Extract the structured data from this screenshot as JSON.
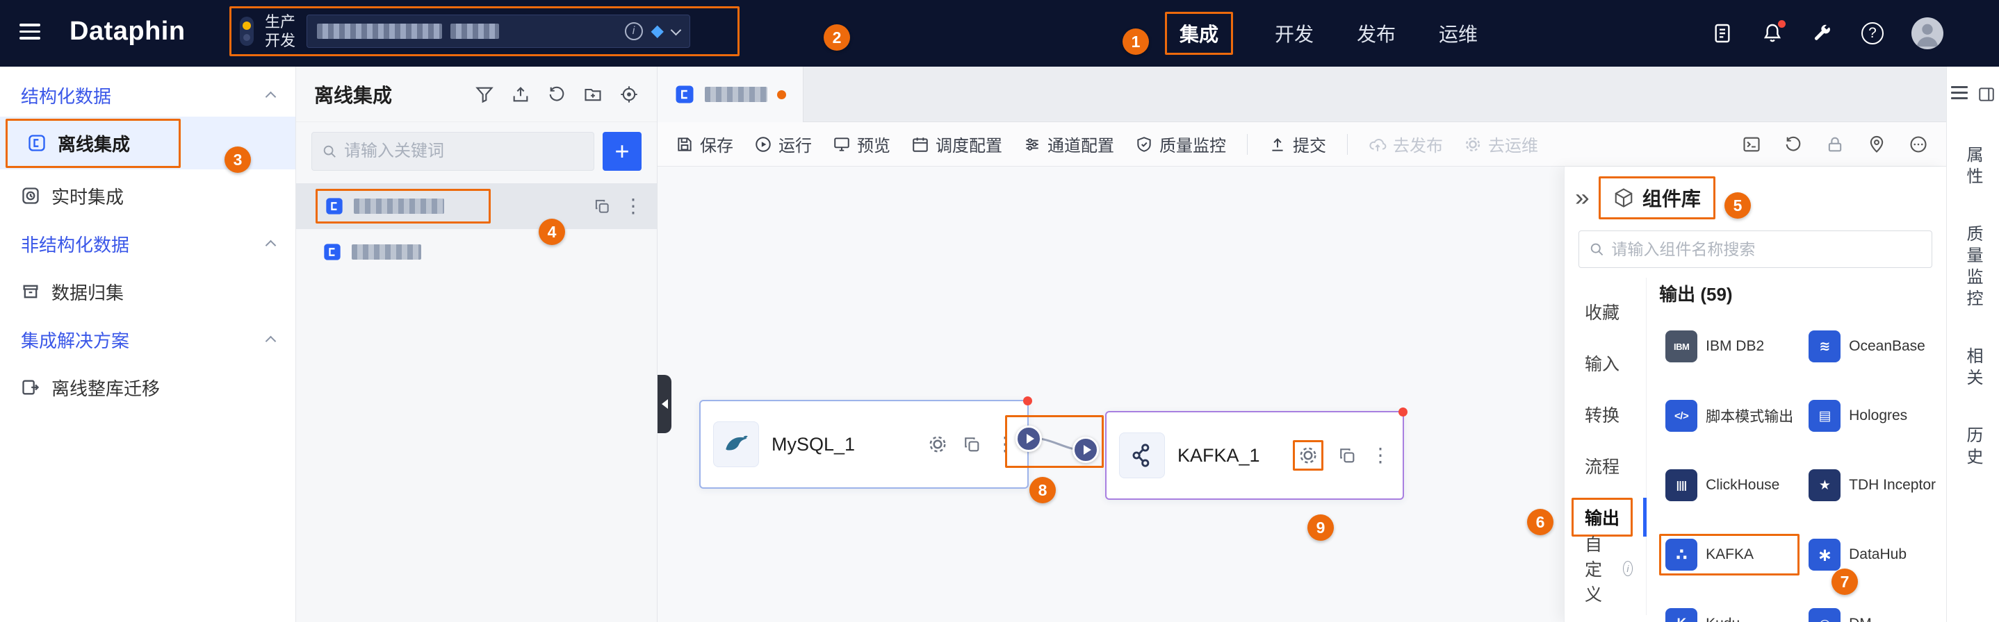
{
  "topbar": {
    "logo": "Dataphin",
    "env": {
      "prod": "生产",
      "dev": "开发"
    },
    "nav": [
      {
        "label": "集成",
        "active": true
      },
      {
        "label": "开发",
        "active": false
      },
      {
        "label": "发布",
        "active": false
      },
      {
        "label": "运维",
        "active": false
      }
    ]
  },
  "sidebar": {
    "sections": [
      {
        "label": "结构化数据",
        "items": [
          {
            "label": "离线集成",
            "active": true
          },
          {
            "label": "实时集成",
            "active": false
          }
        ]
      },
      {
        "label": "非结构化数据",
        "items": [
          {
            "label": "数据归集",
            "active": false
          }
        ]
      },
      {
        "label": "集成解决方案",
        "items": [
          {
            "label": "离线整库迁移",
            "active": false
          }
        ]
      }
    ]
  },
  "tree_panel": {
    "title": "离线集成",
    "search_placeholder": "请输入关键词"
  },
  "toolbar": {
    "save": "保存",
    "run": "运行",
    "preview": "预览",
    "schedule": "调度配置",
    "channel": "通道配置",
    "quality": "质量监控",
    "submit": "提交",
    "publish": "去发布",
    "ops": "去运维"
  },
  "canvas": {
    "nodes": [
      {
        "label": "MySQL_1"
      },
      {
        "label": "KAFKA_1"
      }
    ]
  },
  "component_library": {
    "title": "组件库",
    "search_placeholder": "请输入组件名称搜索",
    "categories": [
      {
        "label": "收藏"
      },
      {
        "label": "输入"
      },
      {
        "label": "转换"
      },
      {
        "label": "流程"
      },
      {
        "label": "输出",
        "active": true
      },
      {
        "label": "自定义",
        "has_info": true
      }
    ],
    "group_title": "输出 (59)",
    "components": [
      {
        "label": "IBM DB2",
        "glyph": "IBM",
        "color": "#4A5568"
      },
      {
        "label": "OceanBase",
        "glyph": "≋",
        "color": "#2B5BD7"
      },
      {
        "label": "脚本模式输出",
        "glyph": "</>",
        "color": "#2B5BD7"
      },
      {
        "label": "Hologres",
        "glyph": "▤",
        "color": "#2B5BD7"
      },
      {
        "label": "ClickHouse",
        "glyph": "||||",
        "color": "#23366B"
      },
      {
        "label": "TDH Inceptor",
        "glyph": "★",
        "color": "#23366B"
      },
      {
        "label": "KAFKA",
        "glyph": "∴",
        "color": "#2B5BD7"
      },
      {
        "label": "DataHub",
        "glyph": "∗",
        "color": "#2B5BD7"
      },
      {
        "label": "Kudu",
        "glyph": "K",
        "color": "#2B5BD7"
      },
      {
        "label": "DM",
        "glyph": "◎",
        "color": "#2B5BD7"
      }
    ]
  },
  "right_strip": {
    "tabs": [
      "属性",
      "质量监控",
      "相关",
      "历史"
    ]
  },
  "annotations": [
    "1",
    "2",
    "3",
    "4",
    "5",
    "6",
    "7",
    "8",
    "9"
  ],
  "icons": {
    "plus": "+",
    "more": "⋮",
    "question": "?",
    "info": "i",
    "gem": "◆",
    "double_chevron": "»"
  }
}
